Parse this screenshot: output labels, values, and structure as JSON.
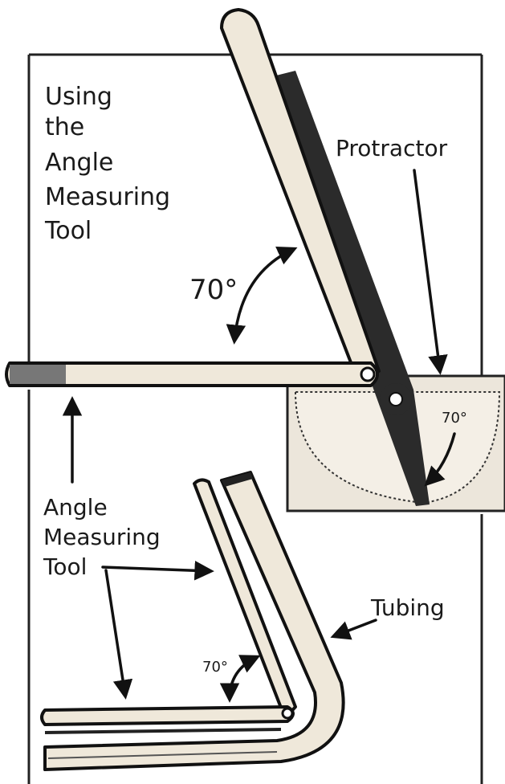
{
  "title_lines": [
    "Using",
    "the",
    "Angle",
    "Measuring",
    "Tool"
  ],
  "labels": {
    "protractor": "Protractor",
    "angle_main": "70°",
    "angle_protractor": "70°",
    "angle_tubing": "70°",
    "tool_lines": [
      "Angle",
      "Measuring",
      "Tool"
    ],
    "tubing": "Tubing"
  },
  "colors": {
    "arm_fill": "#efe8da",
    "protractor_panel": "#ece6db",
    "ink": "#111111"
  }
}
